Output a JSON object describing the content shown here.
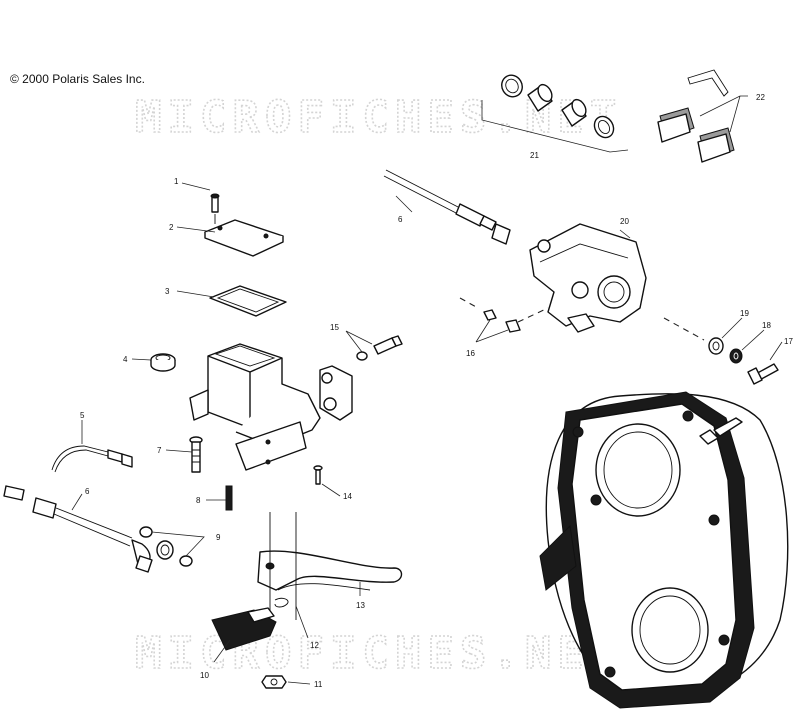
{
  "copyright": "© 2000 Polaris Sales Inc.",
  "watermark": "MICROFICHES.NET",
  "callouts": [
    "1",
    "2",
    "3",
    "4",
    "5",
    "6",
    "6",
    "7",
    "8",
    "9",
    "10",
    "11",
    "12",
    "13",
    "14",
    "15",
    "16",
    "17",
    "18",
    "19",
    "20",
    "21",
    "22"
  ]
}
